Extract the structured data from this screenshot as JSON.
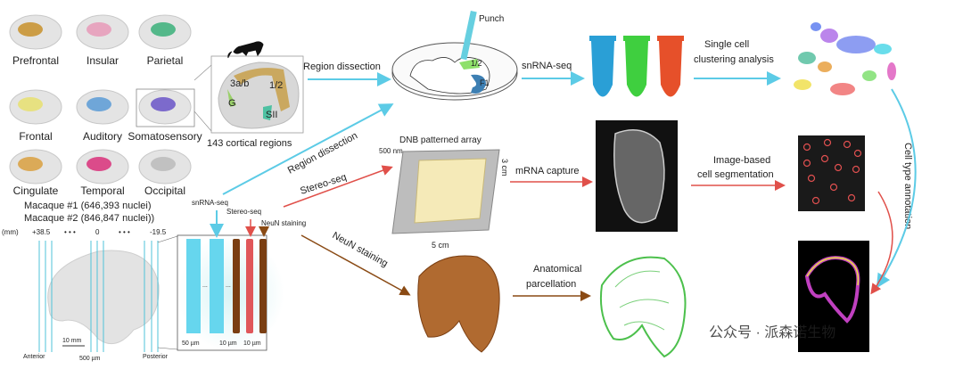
{
  "brain_regions": [
    "Prefrontal",
    "Insular",
    "Parietal",
    "Frontal",
    "Auditory",
    "Somatosensory",
    "Cingulate",
    "Temporal",
    "Occipital"
  ],
  "region_colors": [
    "#c8912a",
    "#e79ab8",
    "#3bb07a",
    "#e8e070",
    "#5a9bd6",
    "#6a55c8",
    "#d9a040",
    "#d9307a",
    "#bbbbbb"
  ],
  "samples": [
    "Macaque #1 (646,393 nuclei)",
    "Macaque #2 (846,847 nuclei))"
  ],
  "zoom_brain": {
    "labels": [
      "3a/b",
      "1/2",
      "G",
      "SII"
    ],
    "caption": "143 cortical regions"
  },
  "axis": {
    "unit": "(mm)",
    "start": "+38.5",
    "mid": "0",
    "end": "-19.5",
    "dots": "• • •",
    "anterior": "Anterior",
    "posterior": "Posterior",
    "scale_mm": "10 mm",
    "scale_um": "500 µm"
  },
  "slab": {
    "snrna": "snRNA-seq",
    "stereo": "Stereo-seq",
    "neun": "NeuN staining",
    "w1": "50 µm",
    "w2": "10 µm",
    "w3": "10 µm",
    "ellipsis": "..."
  },
  "arrows": {
    "region_dissection_top": "Region dissection",
    "region_dissection_diag": "Region dissection",
    "stereo_seq": "Stereo-seq",
    "neun_staining": "NeuN staining",
    "snrna_seq": "snRNA-seq",
    "clustering_1": "Single cell",
    "clustering_2": "clustering analysis",
    "mrna_capture": "mRNA capture",
    "segmentation_1": "Image-based",
    "segmentation_2": "cell segmentation",
    "parcellation_1": "Anatomical",
    "parcellation_2": "parcellation",
    "cell_type_annotation": "Cell type annotation"
  },
  "dish": {
    "punch": "Punch",
    "l1": "1/2",
    "l2": "F1"
  },
  "array": {
    "title": "DNB patterned array",
    "pitch": "500 nm",
    "height": "3 cm",
    "width": "5 cm"
  },
  "tube_colors": [
    "#2a9fd6",
    "#3fcf3f",
    "#e6502a"
  ],
  "colors": {
    "cyan": "#5ccbe6",
    "red": "#e0504a",
    "brown": "#8a4a14"
  },
  "watermark": "公众号 · 派森诺生物"
}
